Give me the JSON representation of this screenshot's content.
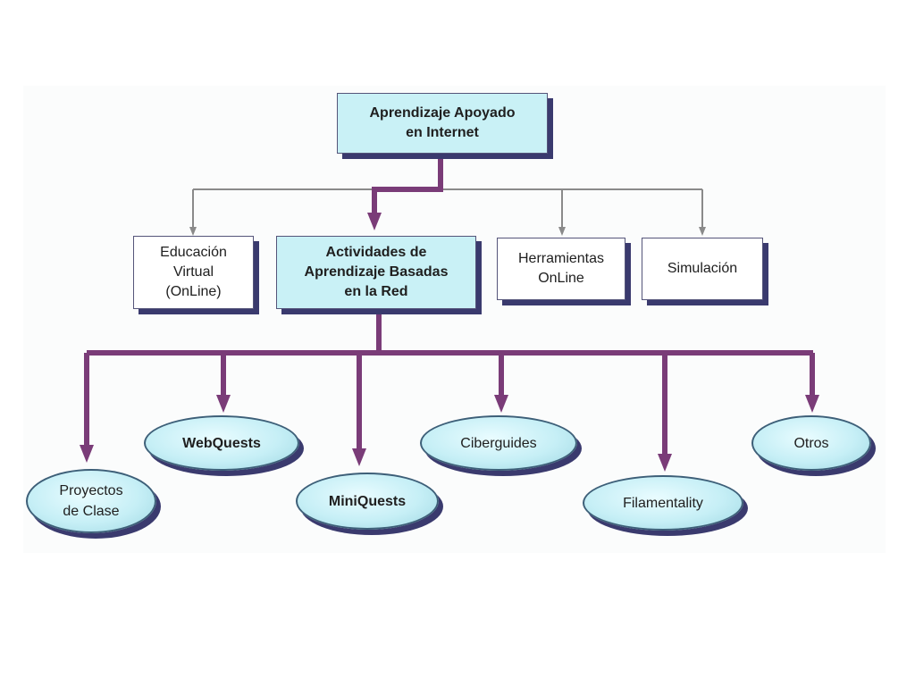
{
  "diagram": {
    "root": {
      "label": "Aprendizaje Apoyado\nen Internet"
    },
    "level1": [
      {
        "id": "educacion",
        "label": "Educación\nVirtual\n(OnLine)"
      },
      {
        "id": "actividades",
        "label": "Actividades de\nAprendizaje Basadas\nen la Red"
      },
      {
        "id": "herramientas",
        "label": "Herramientas\nOnLine"
      },
      {
        "id": "simulacion",
        "label": "Simulación"
      }
    ],
    "level2": [
      {
        "id": "proyectos",
        "label": "Proyectos\nde Clase"
      },
      {
        "id": "webquests",
        "label": "WebQuests"
      },
      {
        "id": "miniquests",
        "label": "MiniQuests"
      },
      {
        "id": "ciberguides",
        "label": "Ciberguides"
      },
      {
        "id": "filamentality",
        "label": "Filamentality"
      },
      {
        "id": "otros",
        "label": "Otros"
      }
    ],
    "colors": {
      "box_highlight": "#c9f1f6",
      "shadow": "#3a3a6e",
      "thin_connector": "#7a7a7a",
      "thick_connector": "#7a3c78",
      "oval_fill": "#c6eff6"
    }
  }
}
